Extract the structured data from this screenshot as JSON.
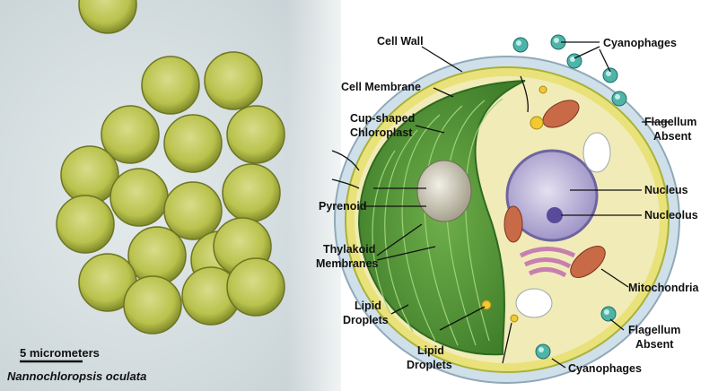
{
  "micrograph": {
    "scale_bar_label": "5 micrometers",
    "species_name": "Nannochloropsis oculata"
  },
  "diagram": {
    "labels": {
      "cell_wall": "Cell Wall",
      "cell_membrane": "Cell Membrane",
      "chloroplast_line1": "Cup-shaped",
      "chloroplast_line2": "Chloroplast",
      "pyrenoid": "Pyrenoid",
      "thylakoid_line1": "Thylakoid",
      "thylakoid_line2": "Membranes",
      "lipid_left_line1": "Lipid",
      "lipid_left_line2": "Droplets",
      "lipid_bottom_line1": "Lipid",
      "lipid_bottom_line2": "Droplets",
      "cyanophages_top": "Cyanophages",
      "flagellum_top_line1": "Flagellum",
      "flagellum_top_line2": "Absent",
      "nucleus": "Nucleus",
      "nucleolus": "Nucleolus",
      "mitochondria": "Mitochondria",
      "flagellum_bottom_line1": "Flagellum",
      "flagellum_bottom_line2": "Absent",
      "cyanophages_bottom": "Cyanophages"
    }
  }
}
